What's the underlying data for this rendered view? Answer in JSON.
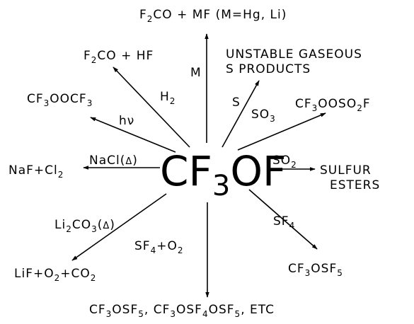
{
  "diagram": {
    "center": {
      "main": "CF",
      "sub1": "3",
      "tail": "OF"
    },
    "products": {
      "top": {
        "a": "F",
        "a_sub": "2",
        "b": "CO + MF (M=Hg, Li)"
      },
      "top_left": {
        "a": "F",
        "a_sub": "2",
        "b": "CO + HF"
      },
      "unstable": {
        "line1": "UNSTABLE GASEOUS",
        "line2": "S PRODUCTS"
      },
      "peroxide": {
        "a": "CF",
        "a_sub": "3",
        "b": "OOCF",
        "b_sub": "3"
      },
      "fluorosulfate": {
        "a": "CF",
        "a_sub": "3",
        "b": "OOSO",
        "b_sub": "2",
        "c": "F"
      },
      "nacl_product": {
        "a": "NaF+Cl",
        "a_sub": "2"
      },
      "esters": {
        "line1": "SULFUR",
        "line2": "ESTERS"
      },
      "lithium": {
        "a": "LiF+O",
        "a_sub": "2",
        "b": "+CO",
        "b_sub": "2"
      },
      "sf5": {
        "a": "CF",
        "a_sub": "3",
        "b": "OSF",
        "b_sub": "5"
      },
      "bottom": {
        "a": "CF",
        "a_sub": "3",
        "b": "OSF",
        "b_sub": "5",
        "c": ", CF",
        "c_sub": "3",
        "d": "OSF",
        "d_sub": "4",
        "e": "OSF",
        "e_sub": "5",
        "f": ", ETC"
      }
    },
    "reagents": {
      "m": {
        "a": "M"
      },
      "h2": {
        "a": "H",
        "a_sub": "2"
      },
      "s": {
        "a": "S"
      },
      "so3": {
        "a": "SO",
        "a_sub": "3"
      },
      "hv": {
        "a": "hν"
      },
      "nacl": {
        "a": "NaCl(",
        "sym": "Δ",
        "b": ")"
      },
      "so2": {
        "a": "SO",
        "a_sub": "2"
      },
      "li2co3": {
        "a": "Li",
        "a_sub": "2",
        "b": "CO",
        "b_sub": "3",
        "c": "(",
        "sym": "Δ",
        "d": ")"
      },
      "sf4": {
        "a": "SF",
        "a_sub": "4"
      },
      "sf4o2": {
        "a": "SF",
        "a_sub": "4",
        "b": "+O",
        "b_sub": "2"
      }
    }
  }
}
